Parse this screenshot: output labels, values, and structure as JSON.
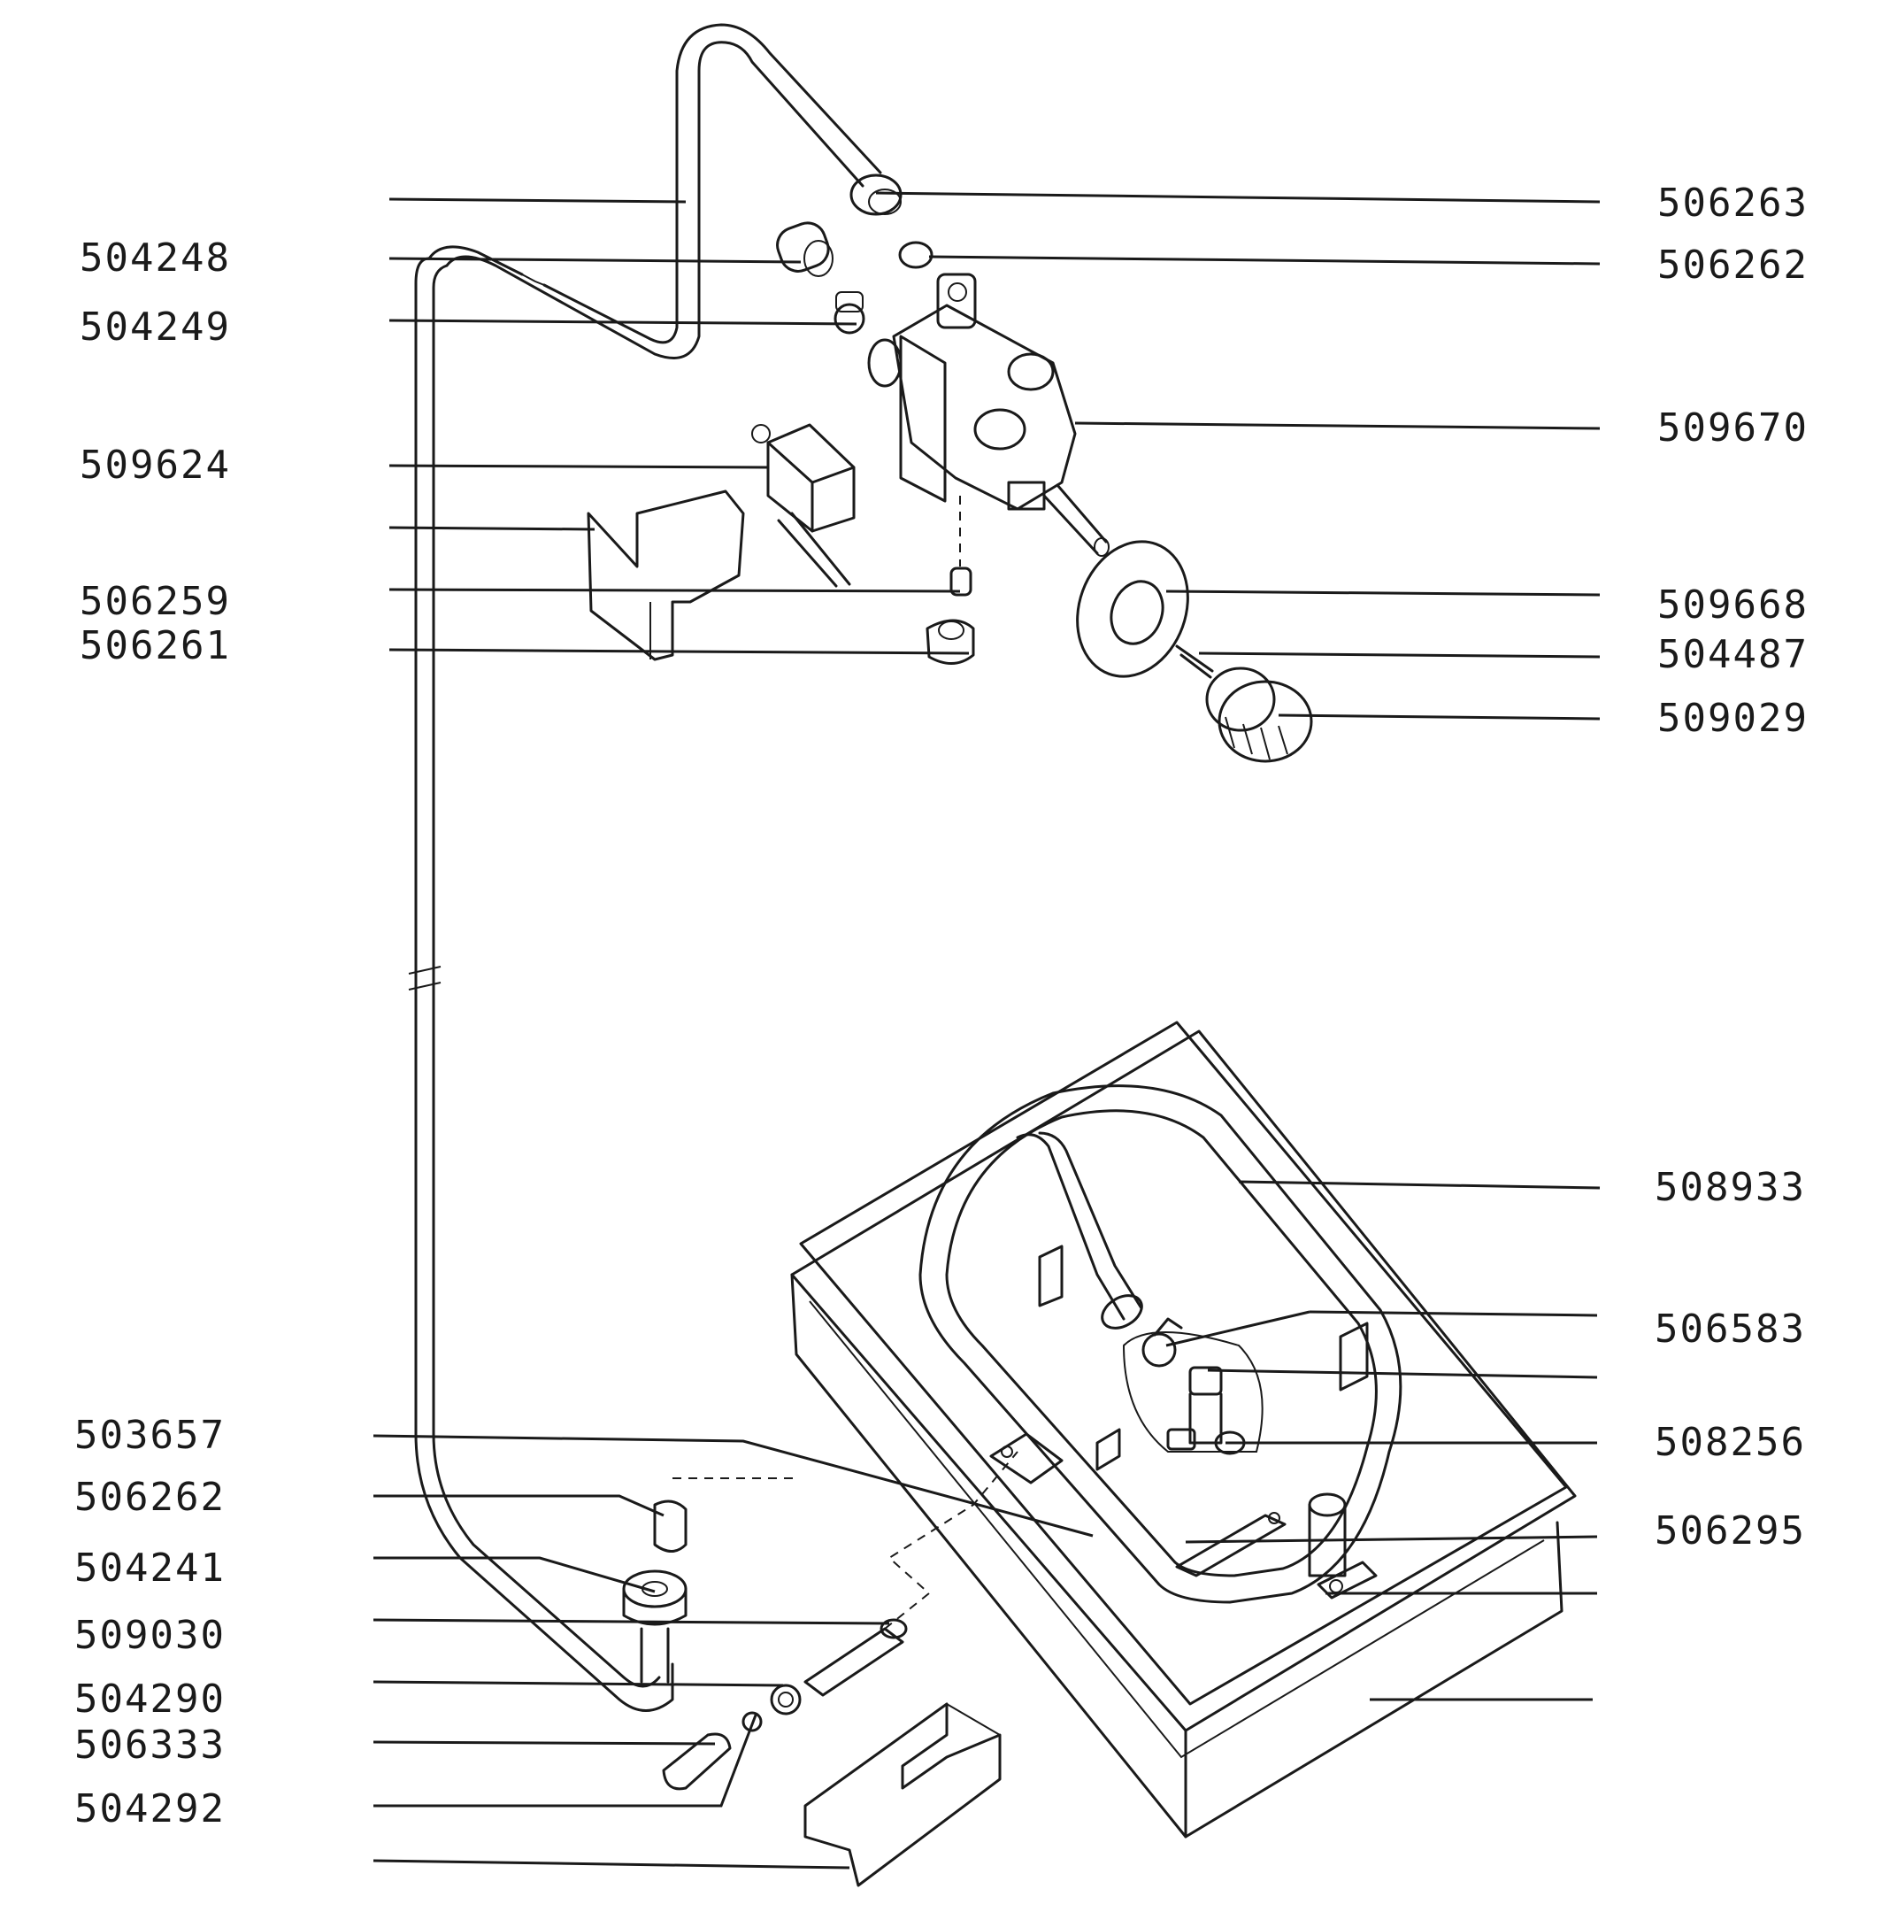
{
  "labels": {
    "l506263": "506263",
    "l506262a": "506262",
    "l504248": "504248",
    "l504249": "504249",
    "l509670": "509670",
    "l509624": "509624",
    "l506259": "506259",
    "l506261": "506261",
    "l509668": "509668",
    "l504487": "504487",
    "l509029": "509029",
    "l508933": "508933",
    "l506583": "506583",
    "l508256": "508256",
    "l506295": "506295",
    "l503657": "503657",
    "l506262b": "506262",
    "l504241": "504241",
    "l509030": "509030",
    "l504290": "504290",
    "l506333": "506333",
    "l504292": "504292"
  }
}
